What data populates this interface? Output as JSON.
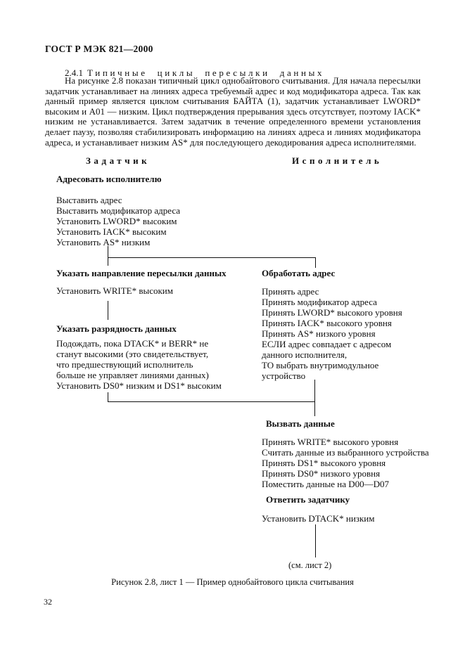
{
  "page": {
    "header": "ГОСТ Р МЭК 821—2000",
    "page_number": "32"
  },
  "section": {
    "number": "2.4.1",
    "title": "Типичные циклы пересылки данных"
  },
  "paragraph": "На рисунке 2.8 показан типичный цикл однобайтового считывания. Для начала пересылки задатчик устанавливает на линиях адреса требуемый адрес и код модификатора адреса. Так как данный пример является циклом считывания БАЙТА (1), задатчик устанавливает LWORD* высоким и А01 — низким. Цикл подтверждения прерывания здесь отсутствует, поэтому IACK* низким не устанавливается. Затем задатчик в течение определенного времени установления делает паузу, позволяя стабилизировать информацию на линиях адреса и линиях модификатора адреса, и устанавливает низким AS* для последующего декодирования адреса исполнителями.",
  "diagram": {
    "master": {
      "header": "Задатчик",
      "block1_title": "Адресовать исполнителю",
      "block1_steps": [
        "Выставить адрес",
        "Выставить модификатор адреса",
        "Установить LWORD* высоким",
        "Установить IACK* высоким",
        "Установить AS* низким"
      ],
      "block2_title": "Указать направление пересылки данных",
      "block2_steps": [
        "Установить WRITE* высоким"
      ],
      "block3_title": "Указать разрядность данных",
      "block3_steps": [
        "Подождать, пока DTACK* и BERR* не",
        "станут высокими (это свидетельствует,",
        "что предшествующий исполнитель",
        "больше  не управляет линиями данных)",
        "Установить DS0* низким и DS1* высоким"
      ]
    },
    "slave": {
      "header": "Исполнитель",
      "block1_title": "Обработать адрес",
      "block1_steps": [
        "Принять адрес",
        "Принять модификатор адреса",
        "Принять LWORD* высокого уровня",
        "Принять IACK* высокого уровня",
        "Принять AS* низкого уровня",
        "ЕСЛИ адрес совпадает с адресом",
        "данного исполнителя,",
        "ТО выбрать внутримодульное",
        "устройство"
      ],
      "block2_title": "Вызвать данные",
      "block2_steps": [
        "Принять WRITE* высокого уровня",
        "Считать данные из выбранного устройства",
        "Принять DS1* высокого уровня",
        "Принять DS0* низкого уровня",
        "Поместить данные на D00—D07"
      ],
      "block3_title": "Ответить задатчику",
      "block3_steps": [
        "Установить DTACK* низким"
      ],
      "continuation": "(см. лист 2)"
    }
  },
  "caption": "Рисунок 2.8, лист 1 — Пример однобайтового цикла считывания"
}
